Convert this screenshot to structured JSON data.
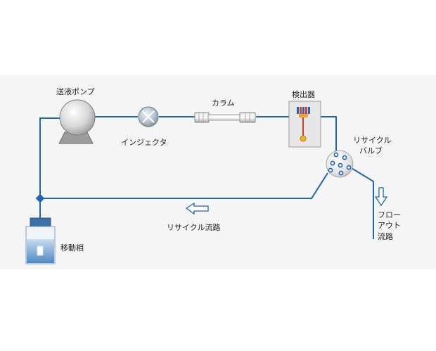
{
  "labels": {
    "pump": "送液ポンプ",
    "injector": "インジェクタ",
    "column": "カラム",
    "detector": "検出器",
    "recycle_valve_line1": "リサイクル",
    "recycle_valve_line2": "バルブ",
    "recycle_path": "リサイクル流路",
    "flow_out_line1": "フロー",
    "flow_out_line2": "アウト",
    "flow_out_line3": "流路",
    "mobile_phase": "移動相"
  },
  "colors": {
    "flow_line": "#1f66b0",
    "arrow_outline": "#1f66b0",
    "background_panel": "#f5f5f5"
  },
  "icons": {
    "pump": "pump-icon",
    "injector": "injector-icon",
    "column": "column-icon",
    "detector": "detector-icon",
    "valve": "recycle-valve-icon",
    "reservoir": "mobile-phase-bottle-icon"
  }
}
